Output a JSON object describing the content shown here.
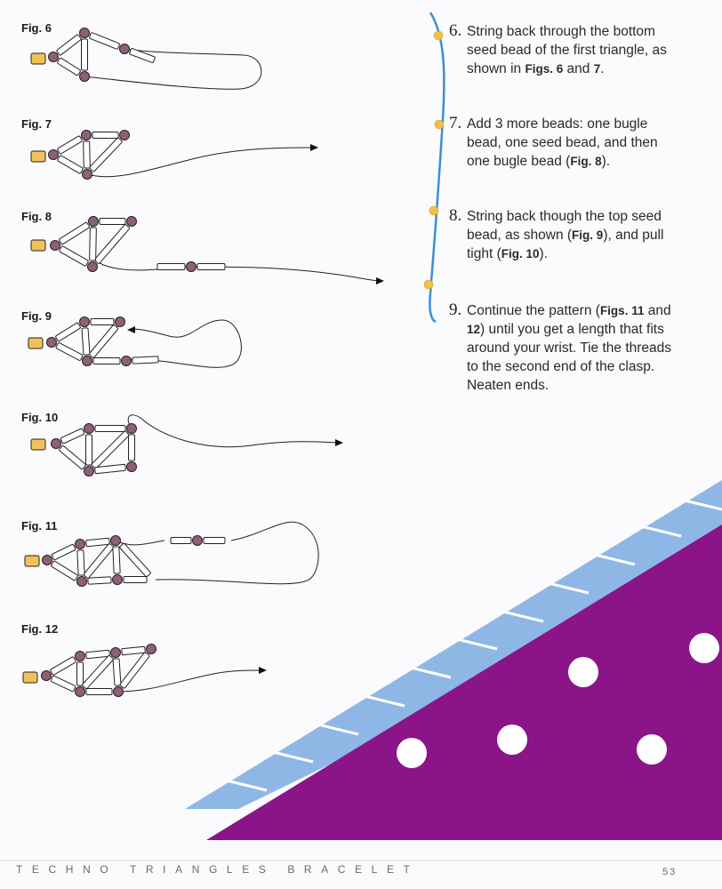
{
  "figures": [
    {
      "label": "Fig. 6"
    },
    {
      "label": "Fig. 7"
    },
    {
      "label": "Fig. 8"
    },
    {
      "label": "Fig. 9"
    },
    {
      "label": "Fig. 10"
    },
    {
      "label": "Fig. 11"
    },
    {
      "label": "Fig. 12"
    }
  ],
  "steps": [
    {
      "number": "6.",
      "lines": [
        "String back through the bottom",
        "seed bead of the first triangle, as",
        "shown in "
      ],
      "refs": {
        "prefix": "Figs. 6",
        "and": " and ",
        "ref2": "7",
        "suffix": "."
      }
    },
    {
      "number": "7.",
      "text1": "Add 3 more beads: one bugle",
      "text2": "bead, one seed bead, and then",
      "text3": "one bugle bead (",
      "ref": "Fig. 8",
      "end": ")."
    },
    {
      "number": "8.",
      "text1": "String back though the top seed",
      "text2a": "bead, as shown (",
      "ref1": "Fig. 9",
      "text2b": "), and pull",
      "text3a": "tight (",
      "ref2": "Fig. 10",
      "text3b": ")."
    },
    {
      "number": "9.",
      "text1a": "Continue the pattern (",
      "ref1": "Figs. 11",
      "text1b": " and",
      "ref2": "12",
      "text2": ") until you get a length that fits",
      "text3": "around your wrist. Tie the threads",
      "text4": "to the second end of the clasp.",
      "text5": "Neaten ends."
    }
  ],
  "footer": {
    "title": "TECHNO TRIANGLES BRACELET",
    "page_number": "53"
  },
  "colors": {
    "bead": "#8f5f78",
    "clasp": "#f2c25a",
    "stripe": "#8fb7e6",
    "triangle": "#8a1488",
    "vine": "#3b8fd4",
    "flower": "#f0c04a"
  }
}
